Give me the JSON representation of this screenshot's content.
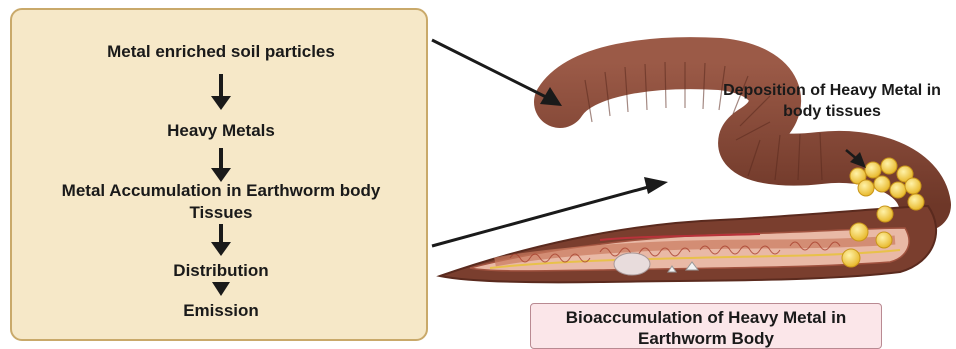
{
  "flow": {
    "steps": [
      "Metal enriched soil particles",
      "Heavy Metals",
      "Metal Accumulation in Earthworm body Tissues",
      "Distribution",
      "Emission"
    ]
  },
  "labels": {
    "deposition": "Deposition of Heavy Metal in body tissues",
    "caption": "Bioaccumulation of Heavy Metal in Earthworm Body"
  },
  "colors": {
    "flow_box_fill": "#f6e8c8",
    "flow_box_border": "#c9a96a",
    "caption_fill": "#fbe6e9",
    "worm_body": "#8a4b3a",
    "metal_deposits": "#f2c94c"
  }
}
